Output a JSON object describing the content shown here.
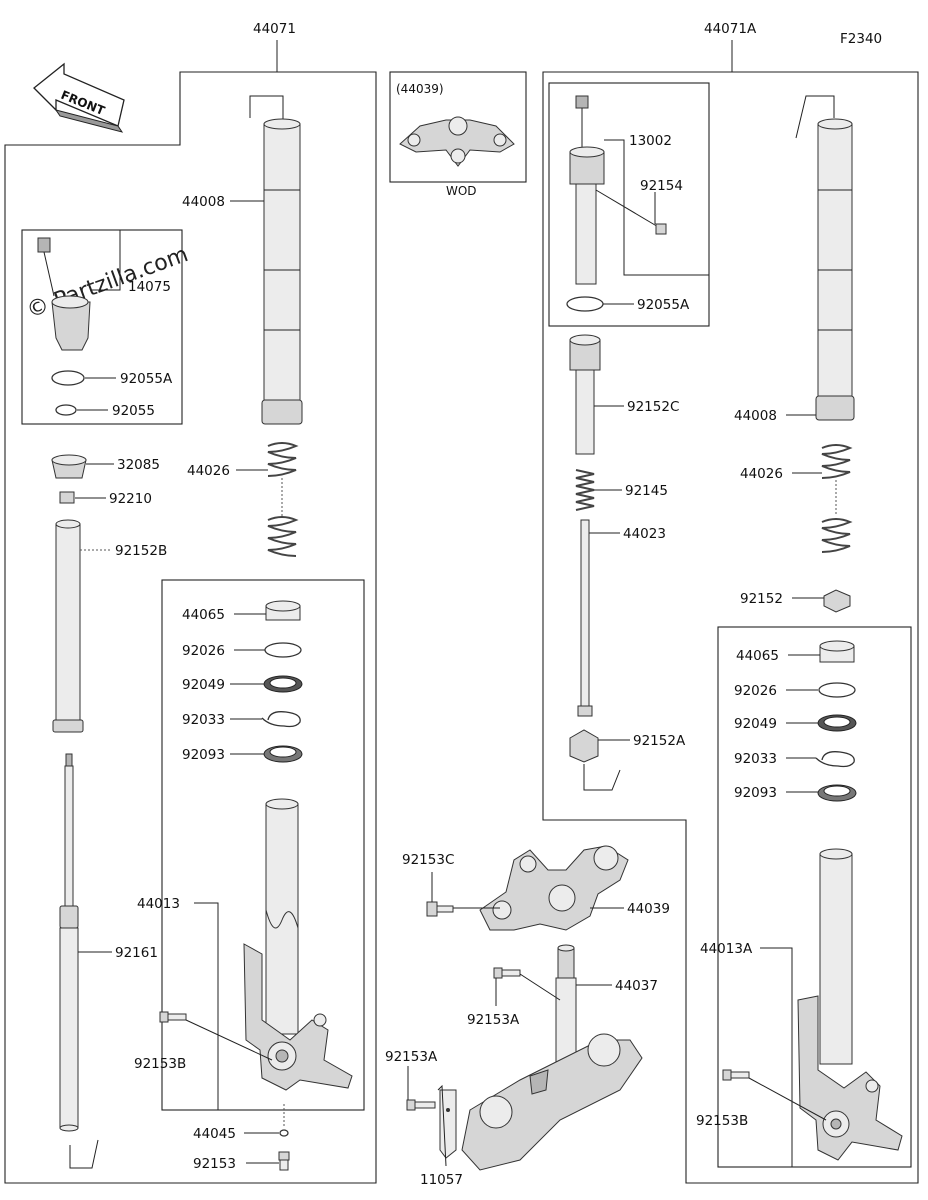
{
  "diagram_code": "F2340",
  "watermark": "© Partzilla.com",
  "front_arrow_label": "FRONT",
  "assemblies": {
    "left": "44071",
    "right": "44071A",
    "inset_top": "(44039)",
    "inset_top_note": "WOD"
  },
  "labels": {
    "l_44008": "44008",
    "l_14075": "14075",
    "l_92055A": "92055A",
    "l_92055": "92055",
    "l_32085": "32085",
    "l_92210": "92210",
    "l_92152B": "92152B",
    "l_44026": "44026",
    "l_44065": "44065",
    "l_92026": "92026",
    "l_92049": "92049",
    "l_92033": "92033",
    "l_92093": "92093",
    "l_44013": "44013",
    "l_92161": "92161",
    "l_92153B": "92153B",
    "l_44045": "44045",
    "l_92153": "92153",
    "c_92153C": "92153C",
    "c_44039": "44039",
    "c_44037": "44037",
    "c_92153A_1": "92153A",
    "c_92153A_2": "92153A",
    "c_11057": "11057",
    "r_13002": "13002",
    "r_92154": "92154",
    "r_92055A": "92055A",
    "r_92152C": "92152C",
    "r_92145": "92145",
    "r_44023": "44023",
    "r_92152A": "92152A",
    "r_44008": "44008",
    "r_44026": "44026",
    "r_92152": "92152",
    "r_44065": "44065",
    "r_92026": "92026",
    "r_92049": "92049",
    "r_92033": "92033",
    "r_92093": "92093",
    "r_44013A": "44013A",
    "r_92153B": "92153B"
  }
}
